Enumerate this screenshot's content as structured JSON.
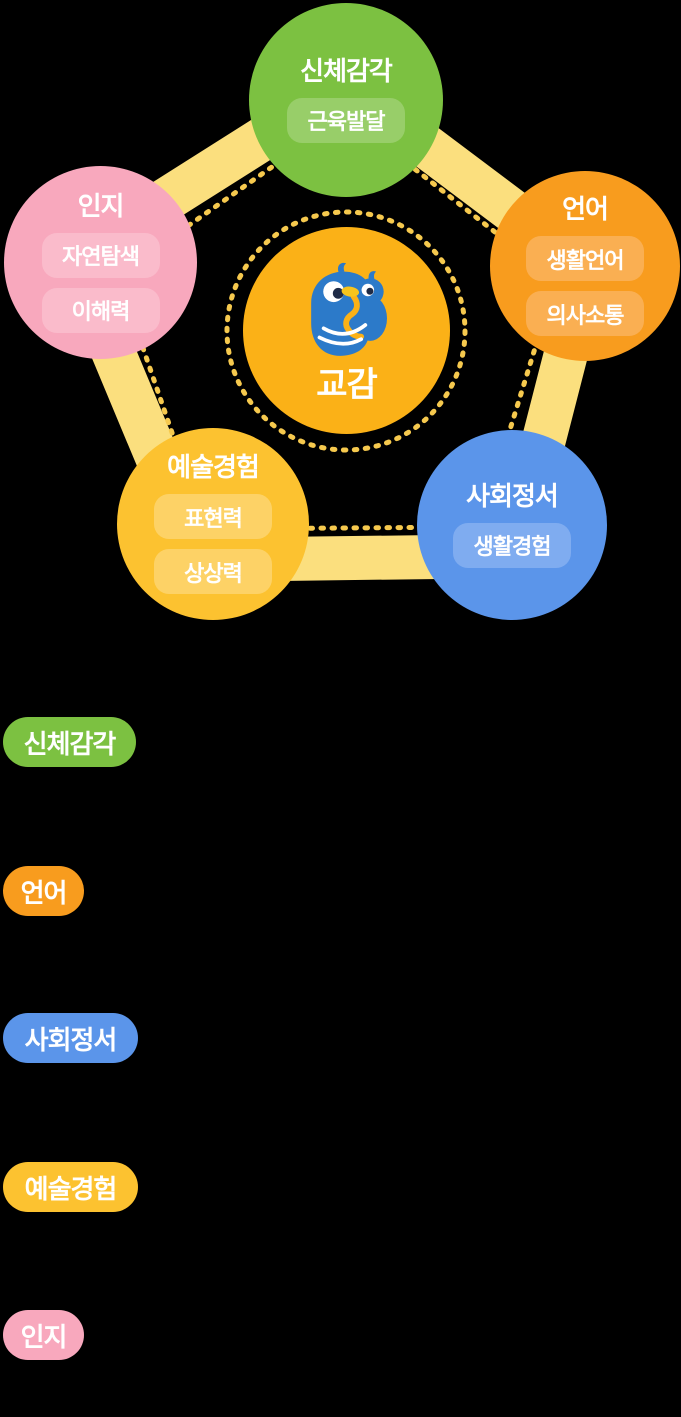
{
  "background_color": "#000000",
  "diagram": {
    "band_color": "#FBDF7E",
    "dash_color": "#F6C94E",
    "center": {
      "label": "교감",
      "color": "#FBB117",
      "text_color": "#FFFFFF",
      "mascot": {
        "name": "duck-mascot",
        "body_color": "#2C7AC9",
        "beak_color": "#F7C41C",
        "pupil_color": "#1F2B46",
        "accent_color": "#FFFFFF"
      }
    },
    "areas": [
      {
        "label": "신체감각",
        "color": "#7CC141",
        "chip_color": "#98CE69",
        "chips": [
          "근육발달"
        ]
      },
      {
        "label": "언어",
        "color": "#F89C1E",
        "chip_color": "#FAAF52",
        "chips": [
          "생활언어",
          "의사소통"
        ]
      },
      {
        "label": "사회정서",
        "color": "#5B95EA",
        "chip_color": "#7FACF0",
        "chips": [
          "생활경험"
        ]
      },
      {
        "label": "예술경험",
        "color": "#FCC230",
        "chip_color": "#FDD266",
        "chips": [
          "표현력",
          "상상력"
        ]
      },
      {
        "label": "인지",
        "color": "#F8A8BD",
        "chip_color": "#FABBCB",
        "chips": [
          "자연탐색",
          "이해력"
        ]
      }
    ]
  },
  "legend": [
    {
      "label": "신체감각",
      "color": "#7CC141"
    },
    {
      "label": "언어",
      "color": "#F89C1E"
    },
    {
      "label": "사회정서",
      "color": "#5B95EA"
    },
    {
      "label": "예술경험",
      "color": "#FCC230"
    },
    {
      "label": "인지",
      "color": "#F8A8BD"
    }
  ]
}
